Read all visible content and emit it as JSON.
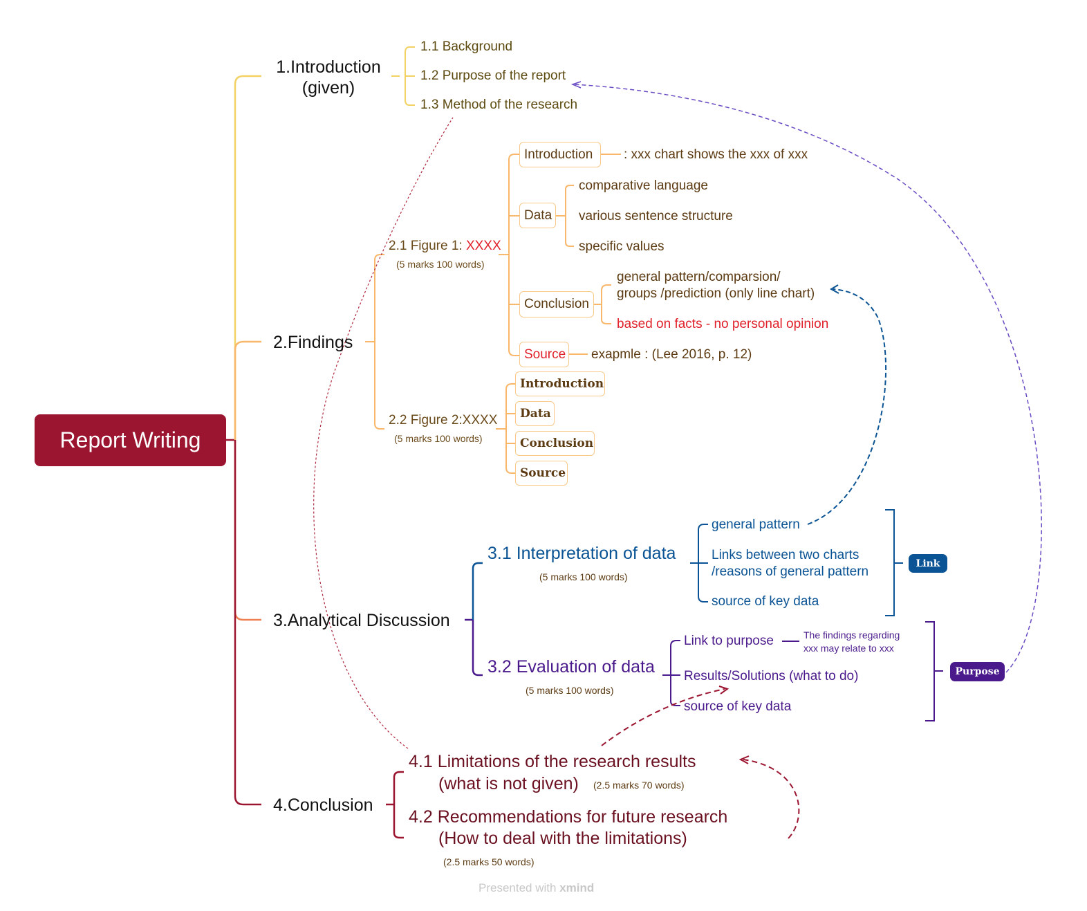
{
  "root": "Report Writing",
  "colors": {
    "root": "#9b1530",
    "intro": "#f2d264",
    "findings": "#f8b76a",
    "analysis": "#ee7f50",
    "conclusion": "#9b1530",
    "blue": "#0a5394",
    "purple": "#4a1a8c",
    "red": "#e0202a"
  },
  "intro": {
    "title_line1": "1.Introduction",
    "title_line2": "(given)",
    "items": [
      "1.1 Background",
      "1.2 Purpose of the report",
      "1.3 Method of the research"
    ]
  },
  "findings": {
    "title": "2.Findings",
    "fig1": {
      "label": "2.1 Figure 1: ",
      "label_red": "XXXX",
      "marks": "(5 marks 100 words)",
      "introduction": "Introduction",
      "introduction_desc": ": xxx chart shows the xxx of xxx",
      "data": "Data",
      "data_items": [
        "comparative language",
        "various sentence structure",
        "specific values"
      ],
      "conclusion": "Conclusion",
      "conclusion_line1": "general pattern/comparsion/",
      "conclusion_line2": "groups /prediction (only line chart)",
      "conclusion_red": "based on facts - no personal opinion",
      "source": "Source",
      "source_desc": "exapmle : (Lee 2016, p. 12)"
    },
    "fig2": {
      "label": "2.2 Figure 2:XXXX",
      "marks": "(5 marks 100 words)",
      "items": [
        "Introduction",
        "Data",
        "Conclusion",
        "Source"
      ]
    }
  },
  "analysis": {
    "title": "3.Analytical Discussion",
    "interp": {
      "title": "3.1 Interpretation of data",
      "marks": "(5 marks 100 words)",
      "items": [
        "general pattern",
        "Links between two charts",
        "/reasons of general pattern",
        "source of key data"
      ],
      "badge": "Link"
    },
    "eval": {
      "title": "3.2 Evaluation of data",
      "marks": "(5 marks 100 words)",
      "items": [
        "Link to purpose",
        "Results/Solutions (what to do)",
        "source of key data"
      ],
      "note_line1": "The findings regarding",
      "note_line2": "xxx may relate to xxx",
      "badge": "Purpose"
    }
  },
  "conclusion": {
    "title": "4.Conclusion",
    "limits_line1": "4.1 Limitations of the research results",
    "limits_line2": "(what is not given)",
    "limits_marks": "(2.5 marks 70 words)",
    "recs_line1": "4.2 Recommendations for future research",
    "recs_line2": "(How to deal with the limitations)",
    "recs_marks": "(2.5 marks 50 words)"
  },
  "footer": {
    "prefix": "Presented with ",
    "brand": "xmind"
  }
}
